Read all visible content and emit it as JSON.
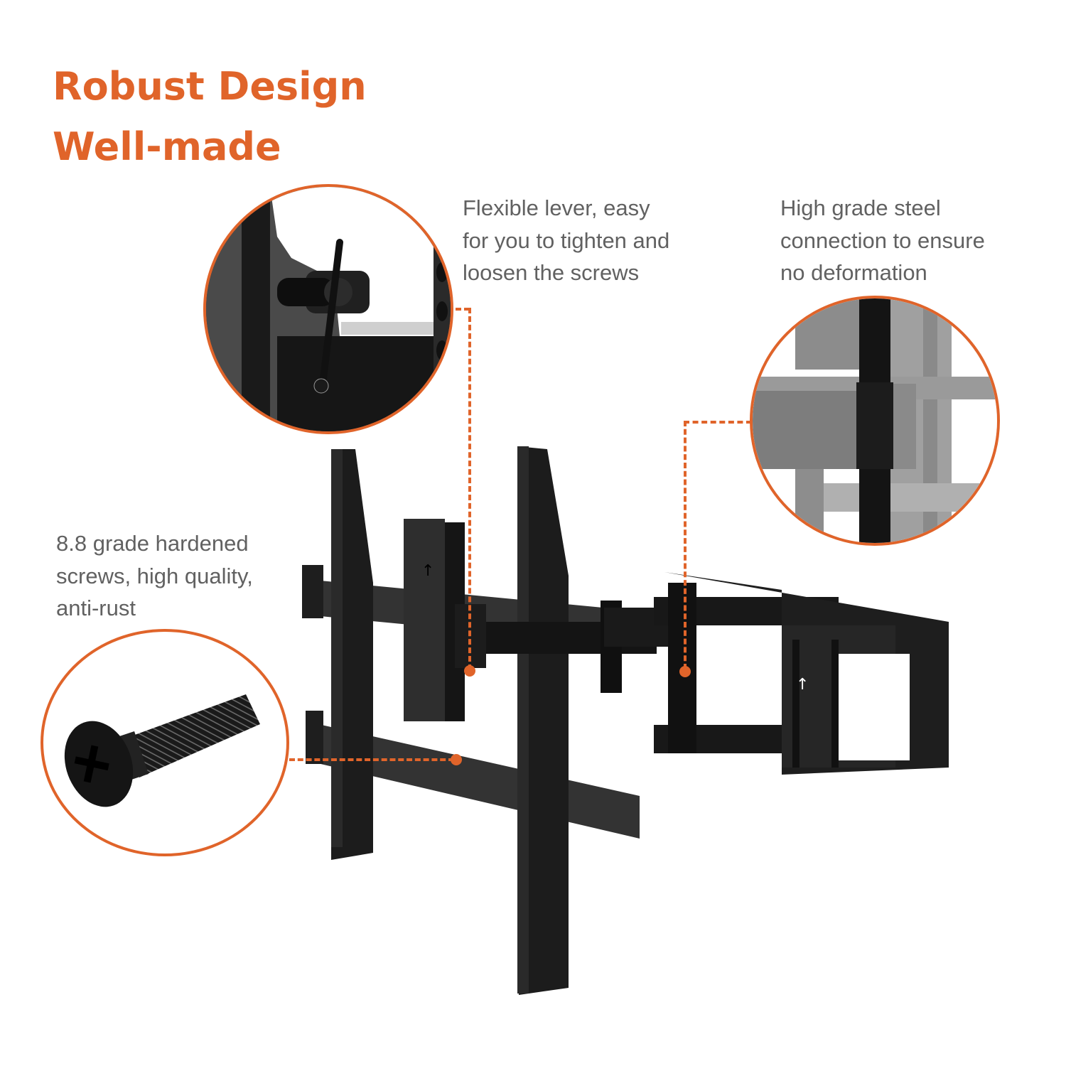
{
  "headline": {
    "line1": "Robust Design",
    "line2": "Well-made",
    "color": "#e0642a"
  },
  "callouts": {
    "lever": {
      "lines": [
        "Flexible lever, easy",
        "for you to tighten and",
        "loosen the screws"
      ],
      "image": "lever-closeup"
    },
    "steel": {
      "lines": [
        "High grade steel",
        "connection to ensure",
        "no deformation"
      ],
      "image": "steel-pivot-closeup"
    },
    "screws": {
      "lines": [
        "8.8 grade hardened",
        "screws, high quality,",
        "anti-rust"
      ],
      "image": "screw-closeup"
    }
  },
  "product": {
    "name": "full-motion-tv-wall-mount",
    "arrow_markers": [
      "up-arrow",
      "up-arrow",
      "up-arrow"
    ]
  },
  "colors": {
    "accent": "#e0642a",
    "text": "#616161",
    "metal": "#1e1e1e"
  }
}
